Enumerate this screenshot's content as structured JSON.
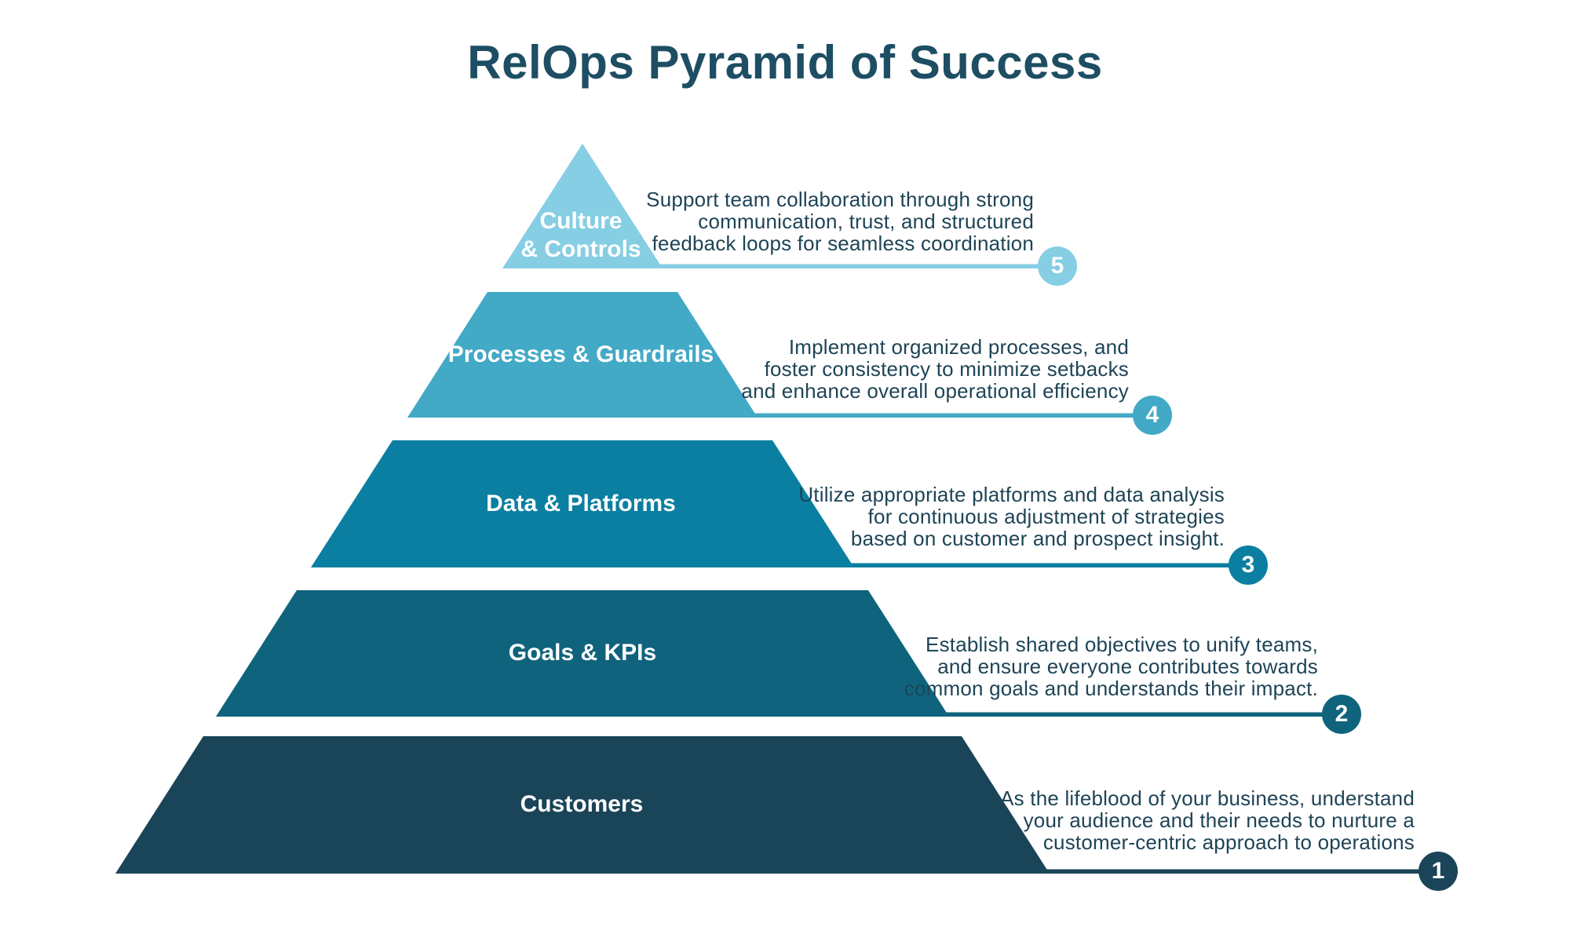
{
  "title": "RelOps Pyramid of Success",
  "colors": {
    "background": "#FFFFFF",
    "title_text": "#1D4E63",
    "description_text": "#1E4456",
    "label_text": "#FFFFFF"
  },
  "pyramid": {
    "levels": [
      {
        "number": "5",
        "label": "Culture\n& Controls",
        "description": "Support team collaboration through strong\ncommunication, trust, and structured\nfeedback loops for seamless coordination",
        "color": "#85CEE4"
      },
      {
        "number": "4",
        "label": "Processes & Guardrails",
        "description": "Implement organized processes, and\nfoster consistency to minimize setbacks\nand enhance overall operational efficiency",
        "color": "#42A9C6"
      },
      {
        "number": "3",
        "label": "Data & Platforms",
        "description": "Utilize appropriate platforms and data analysis\nfor continuous adjustment of strategies\nbased on customer and prospect insight.",
        "color": "#0B7FA1"
      },
      {
        "number": "2",
        "label": "Goals & KPIs",
        "description": "Establish shared objectives to unify teams,\nand ensure everyone contributes towards\ncommon goals and understands their impact.",
        "color": "#0F637D"
      },
      {
        "number": "1",
        "label": "Customers",
        "description": "As the lifeblood of your business, understand\nyour audience and their needs to nurture a\ncustomer-centric approach to operations",
        "color": "#1A4458"
      }
    ]
  }
}
